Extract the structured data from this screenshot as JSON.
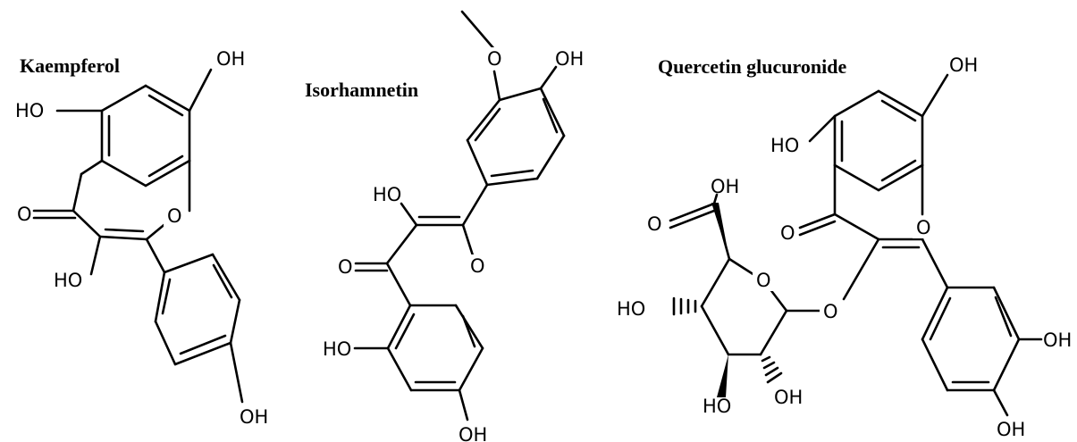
{
  "molecules": [
    {
      "name": "Kaempferol",
      "labels": {
        "oh7": "OH",
        "oh5": "HO",
        "o4": "O",
        "o1": "O",
        "oh3": "HO",
        "oh4p": "OH"
      }
    },
    {
      "name": "Isorhamnetin",
      "labels": {
        "ome": "O",
        "oh4p": "OH",
        "oh3": "HO",
        "o4": "O",
        "o1": "O",
        "oh5": "HO",
        "oh7": "OH"
      }
    },
    {
      "name": "Quercetin glucuronide",
      "labels": {
        "oh7": "OH",
        "oh5": "HO",
        "o4": "O",
        "o1": "O",
        "o3": "O",
        "cooh_oh": "OH",
        "cooh_o": "O",
        "ring_o": "O",
        "oh_c4": "HO",
        "oh_c3": "HO",
        "oh_c2": "OH",
        "oh3p": "OH",
        "oh4p": "OH"
      }
    }
  ],
  "colors": {
    "ink": "#000000",
    "background": "#ffffff"
  }
}
